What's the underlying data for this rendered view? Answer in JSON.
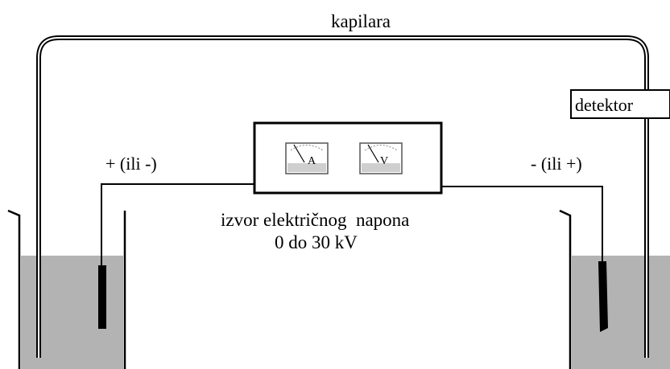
{
  "labels": {
    "capillary": "kapilara",
    "detector": "detektor",
    "left_polarity": "+ (ili -)",
    "right_polarity": "- (ili +)",
    "source_line1": "izvor električnog  napona",
    "source_line2": "0 do 30 kV"
  },
  "meters": {
    "ammeter": "A",
    "voltmeter": "V"
  },
  "colors": {
    "solution": "#b3b3b3",
    "wire": "#000000",
    "meter_panel": "#e6e6e6"
  }
}
